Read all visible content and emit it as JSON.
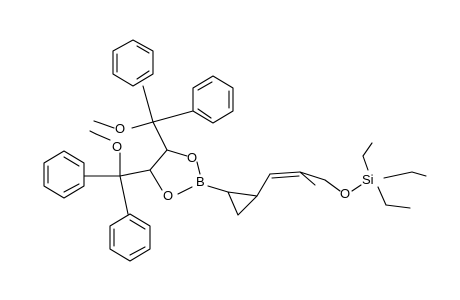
{
  "labels": {
    "o_methoxy_top": "O",
    "methyl_top": "—",
    "o_methoxy_left": "O",
    "methyl_left": "—",
    "o_ring_top": "O",
    "o_ring_bottom": "O",
    "boron": "B",
    "o_silyl": "O",
    "silicon": "Si"
  }
}
